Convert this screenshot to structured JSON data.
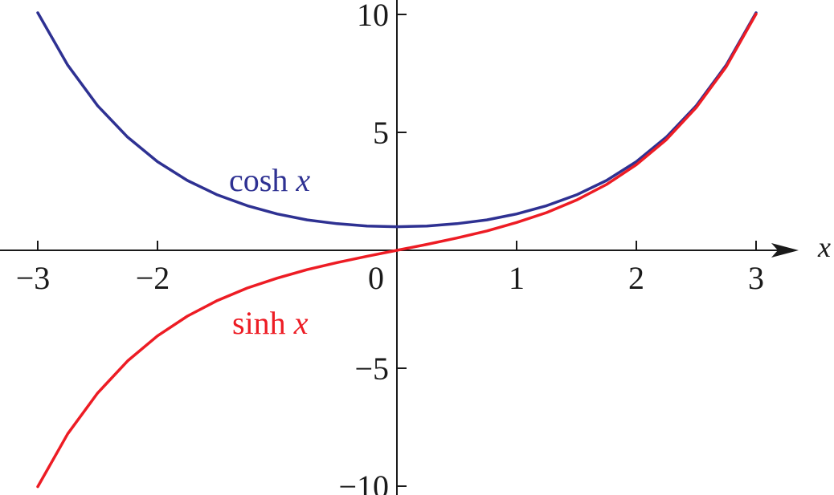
{
  "chart_data": {
    "type": "line",
    "xlabel": "x",
    "ylabel": "",
    "xlim": [
      -3,
      3
    ],
    "ylim": [
      -10,
      10
    ],
    "x_ticks": [
      -3,
      -2,
      0,
      1,
      2,
      3
    ],
    "x_tick_labels": [
      "−3",
      "−2",
      "0",
      "1",
      "2",
      "3"
    ],
    "y_ticks": [
      10,
      5,
      -5,
      -10
    ],
    "y_tick_labels": [
      "10",
      "5",
      "−5",
      "−10"
    ],
    "grid": false,
    "x": [
      -3,
      -2.75,
      -2.5,
      -2.25,
      -2,
      -1.75,
      -1.5,
      -1.25,
      -1,
      -0.75,
      -0.5,
      -0.25,
      0,
      0.25,
      0.5,
      0.75,
      1,
      1.25,
      1.5,
      1.75,
      2,
      2.25,
      2.5,
      2.75,
      3
    ],
    "series": [
      {
        "name": "cosh x",
        "label_text": "cosh",
        "label_var": "x",
        "color": "#2e3192",
        "values": [
          10.07,
          7.85,
          6.13,
          4.8,
          3.76,
          2.96,
          2.35,
          1.89,
          1.54,
          1.29,
          1.13,
          1.03,
          1.0,
          1.03,
          1.13,
          1.29,
          1.54,
          1.89,
          2.35,
          2.96,
          3.76,
          4.8,
          6.13,
          7.85,
          10.07
        ]
      },
      {
        "name": "sinh x",
        "label_text": "sinh",
        "label_var": "x",
        "color": "#ed1c24",
        "values": [
          -10.02,
          -7.78,
          -6.05,
          -4.69,
          -3.63,
          -2.79,
          -2.13,
          -1.6,
          -1.18,
          -0.82,
          -0.52,
          -0.25,
          0.0,
          0.25,
          0.52,
          0.82,
          1.18,
          1.6,
          2.13,
          2.79,
          3.63,
          4.69,
          6.05,
          7.78,
          10.02
        ]
      }
    ]
  }
}
